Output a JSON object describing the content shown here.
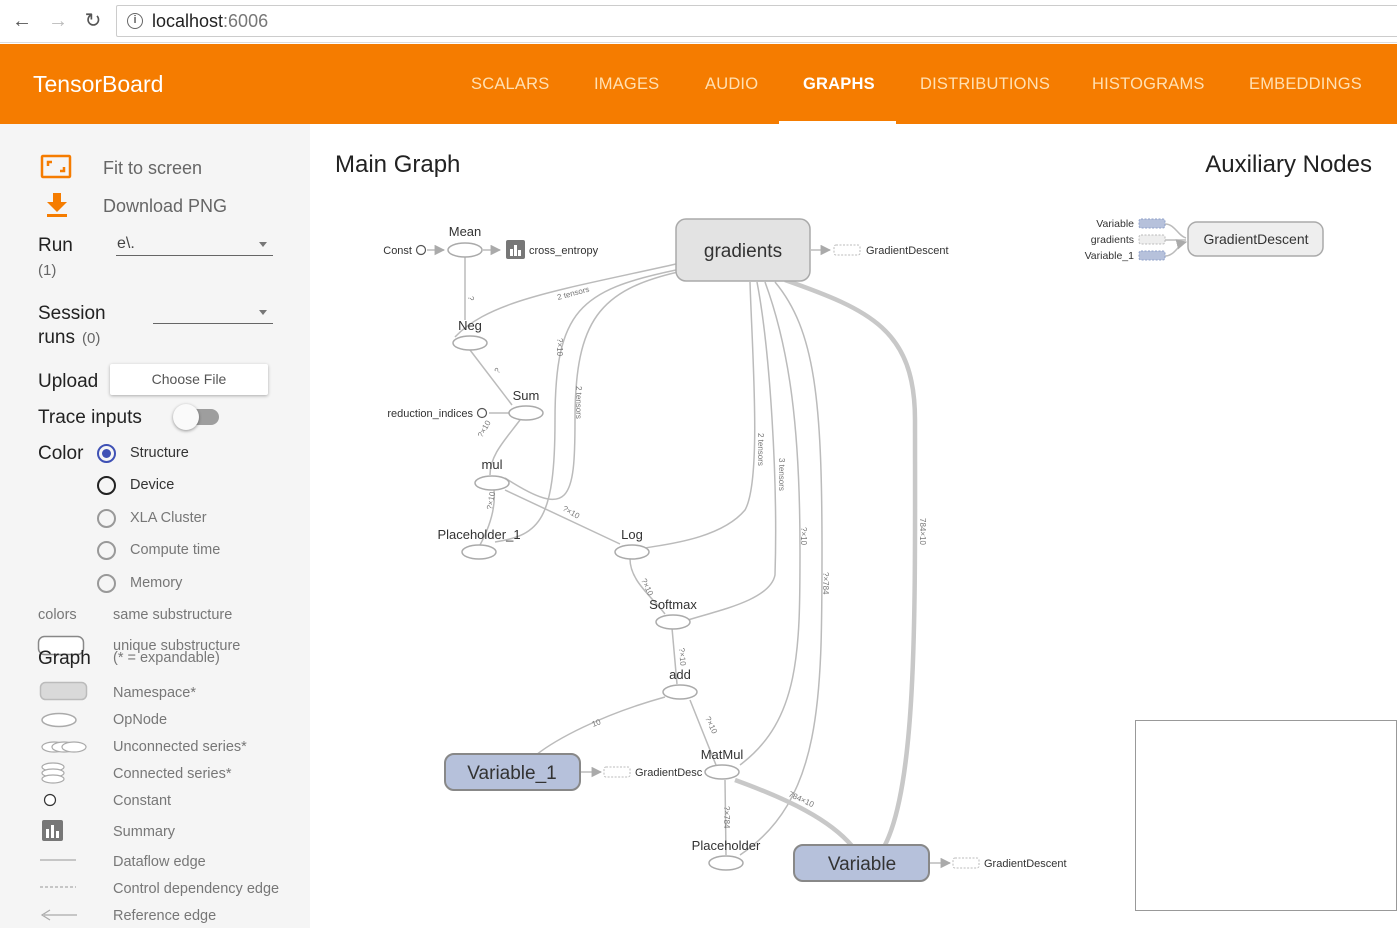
{
  "browser": {
    "back_icon": "arrow-left-icon",
    "forward_icon": "arrow-right-icon",
    "reload_icon": "reload-icon",
    "info_icon": "info-icon",
    "url_host": "localhost",
    "url_port": ":6006"
  },
  "header": {
    "brand": "TensorBoard",
    "tabs": [
      {
        "label": "SCALARS"
      },
      {
        "label": "IMAGES"
      },
      {
        "label": "AUDIO"
      },
      {
        "label": "GRAPHS"
      },
      {
        "label": "DISTRIBUTIONS"
      },
      {
        "label": "HISTOGRAMS"
      },
      {
        "label": "EMBEDDINGS"
      }
    ],
    "active_tab": "GRAPHS",
    "color": "#f57c00"
  },
  "sidebar": {
    "fit_to_screen": "Fit to screen",
    "download_png": "Download PNG",
    "run_label": "Run",
    "run_count": "(1)",
    "run_value": "e\\.",
    "session_label_1": "Session",
    "session_label_2": "runs",
    "session_count": "(0)",
    "upload_label": "Upload",
    "choose_file": "Choose File",
    "trace_inputs": "Trace inputs",
    "trace_inputs_on": false,
    "color_label": "Color",
    "color_options": [
      {
        "label": "Structure",
        "checked": true
      },
      {
        "label": "Device",
        "checked": false
      },
      {
        "label": "XLA Cluster",
        "checked": false
      },
      {
        "label": "Compute time",
        "checked": false
      },
      {
        "label": "Memory",
        "checked": false
      }
    ],
    "colors_label": "colors",
    "same_substructure": "same substructure",
    "unique_substructure": "unique substructure",
    "graph_label": "Graph",
    "expandable_note": "(* = expandable)",
    "legend": [
      {
        "label": "Namespace*",
        "icon": "namespace-icon"
      },
      {
        "label": "OpNode",
        "icon": "opnode-icon"
      },
      {
        "label": "Unconnected series*",
        "icon": "unconnected-series-icon"
      },
      {
        "label": "Connected series*",
        "icon": "connected-series-icon"
      },
      {
        "label": "Constant",
        "icon": "constant-icon"
      },
      {
        "label": "Summary",
        "icon": "summary-icon"
      },
      {
        "label": "Dataflow edge",
        "icon": "dataflow-edge-icon"
      },
      {
        "label": "Control dependency edge",
        "icon": "control-edge-icon"
      },
      {
        "label": "Reference edge",
        "icon": "reference-edge-icon"
      }
    ]
  },
  "main": {
    "main_graph_title": "Main Graph",
    "aux_title": "Auxiliary Nodes",
    "nodes": {
      "mean": "Mean",
      "const": "Const",
      "cross_entropy": "cross_entropy",
      "gradients": "gradients",
      "gd_1": "GradientDescent",
      "neg": "Neg",
      "sum": "Sum",
      "reduction_indices": "reduction_indices",
      "mul": "mul",
      "placeholder_1": "Placeholder_1",
      "log": "Log",
      "softmax": "Softmax",
      "add": "add",
      "variable_1": "Variable_1",
      "gd_2": "GradientDesc",
      "matmul": "MatMul",
      "placeholder": "Placeholder",
      "variable": "Variable",
      "gd_3": "GradientDescent"
    },
    "edge_labels": {
      "e_q": "?",
      "e_2t_a": "2 tensors",
      "e_q10_a": "?×10",
      "e_2t_b": "2 tensors",
      "e_q10_sum": "?×10",
      "e_q10_ph": "?×10",
      "e_q10_log": "?×10",
      "e_2t_c": "2 tensors",
      "e_3t": "3 tensors",
      "e_q10_b": "?×10",
      "e_q784_a": "?×784",
      "e_784x10_a": "784×10",
      "e_q10_soft": "?×10",
      "e_q10_add": "?×10",
      "e_10": "10",
      "e_q10_mm": "?×10",
      "e_784x10_b": "784×10",
      "e_q784_b": "?×784",
      "e_neg": "?"
    },
    "aux": {
      "in_1": "Variable",
      "in_2": "gradients",
      "in_3": "Variable_1",
      "node": "GradientDescent"
    },
    "namespace_color": "#e0e0e0",
    "variable_color": "#b6c1db"
  }
}
